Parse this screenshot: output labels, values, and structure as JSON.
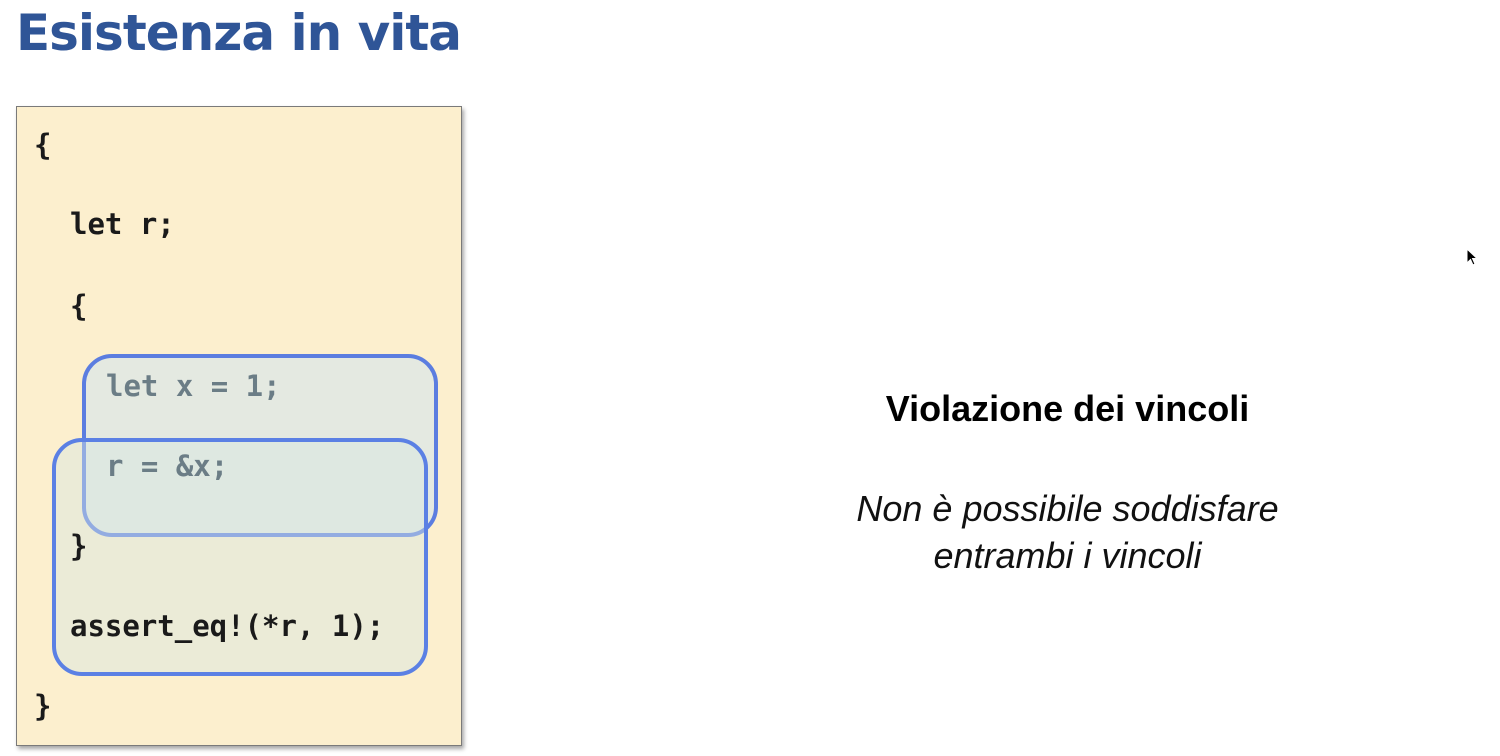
{
  "slide": {
    "title": "Esistenza in vita",
    "code": {
      "open_brace": "{",
      "let_r": "let r;",
      "inner_open_brace": "{",
      "let_x": "let x = 1;",
      "assign_r": "r = &x;",
      "inner_close_brace": "}",
      "assert_line": "assert_eq!(*r, 1);",
      "close_brace": "}"
    },
    "heading": "Violazione dei vincoli",
    "subtext_line1": "Non è possibile soddisfare",
    "subtext_line2": "entrambi i vincoli"
  },
  "colors": {
    "title": "#2f5597",
    "code_background": "#fcefce",
    "scope_border": "#5b7de0"
  },
  "icons": {
    "cursor": "mouse-pointer-icon"
  }
}
